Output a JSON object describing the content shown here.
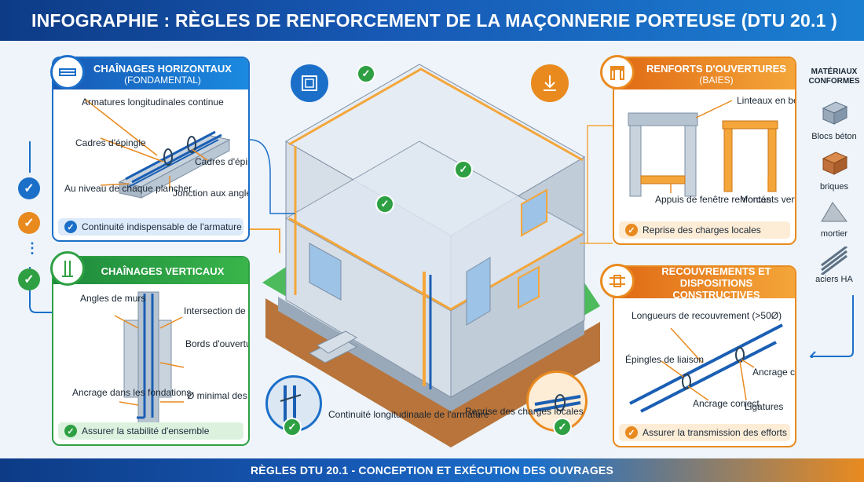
{
  "title": "INFOGRAPHIE : RÈGLES DE RENFORCEMENT DE LA MAÇONNERIE PORTEUSE (DTU 20.1 )",
  "footer": "RÈGLES DTU 20.1 - CONCEPTION ET EXÉCUTION DES OUVRAGES",
  "colors": {
    "blue": "#1b6fc9",
    "green": "#2ea043",
    "orange": "#e98a1f",
    "navy": "#0d3b86"
  },
  "horizontal": {
    "title": "CHAÎNAGES HORIZONTAUX",
    "subtitle": "(FONDAMENTAL)",
    "labels": [
      "Armatures longitudinales continue",
      "Cadres d'épingle",
      "Cadres d'épingle",
      "Au niveau de chaque plancher",
      "Jonction aux angles"
    ],
    "footer": "Continuité indispensable de l'armature"
  },
  "vertical": {
    "title": "CHAÎNAGES VERTICAUX",
    "labels": [
      "Angles de murs",
      "Intersection de murs",
      "Bords d'ouvertures (baies)",
      "Ancrage dans les fondations",
      "Ø minimal des aciers"
    ],
    "footer": "Assurer la stabilité d'ensemble"
  },
  "openings": {
    "title": "RENFORTS D'OUVERTURES",
    "subtitle": "(BAIES)",
    "labels": [
      "Linteaux en béton armé",
      "Appuis de fenêtre renforcés",
      "Montants verticaux liaisonnés"
    ],
    "footer": "Reprise des charges locales"
  },
  "overlaps": {
    "title": "RECOUVREMENTS ET",
    "subtitle": "DISPOSITIONS CONSTRUCTIVES",
    "labels": [
      "Longueurs de recouvrement (>50Ø)",
      "Épingles de liaison",
      "Ancrage correct",
      "Ancrage correct",
      "Ligatures"
    ],
    "footer": "Assurer la transmission des efforts"
  },
  "center": {
    "labels": [
      "Continuité longitudinaale de l'armature",
      "Reprise des charges locales"
    ]
  },
  "materials": {
    "title": "MATÉRIAUX CONFORMES",
    "items": [
      "Blocs béton",
      "briques",
      "mortier",
      "aciers HA"
    ]
  },
  "rail": {
    "dots": "⋮"
  },
  "icons": [
    "rebar-beam-icon",
    "rebar-column-icon",
    "window-frame-icon",
    "lintel-icon",
    "overlap-icon",
    "download-arrow-icon",
    "check-icon"
  ]
}
